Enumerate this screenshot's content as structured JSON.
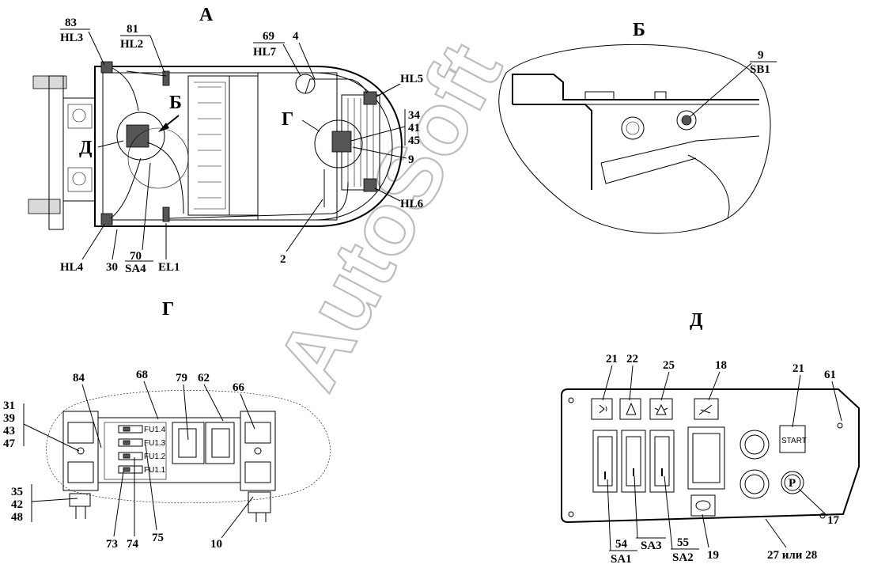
{
  "views": {
    "A": "А",
    "B": "Б",
    "G": "Г",
    "D": "Д"
  },
  "view_a": {
    "labels": {
      "hl3_num": "83",
      "hl3": "HL3",
      "hl2_num": "81",
      "hl2": "HL2",
      "hl7_num": "69",
      "hl7": "HL7",
      "n4": "4",
      "hl5": "HL5",
      "b_mark": "Б",
      "g_mark": "Г",
      "d_mark": "Д",
      "n34": "34",
      "n41": "41",
      "n45": "45",
      "n9": "9",
      "hl6": "HL6",
      "n2": "2",
      "hl4": "HL4",
      "n30": "30",
      "sa4_num": "70",
      "sa4": "SA4",
      "el1": "EL1"
    }
  },
  "view_b": {
    "labels": {
      "sb1_num": "9",
      "sb1": "SB1"
    }
  },
  "view_g": {
    "labels": {
      "n84": "84",
      "n68": "68",
      "n79": "79",
      "n62": "62",
      "n66": "66",
      "n31": "31",
      "n39": "39",
      "n43": "43",
      "n47": "47",
      "n35": "35",
      "n42": "42",
      "n48": "48",
      "n73": "73",
      "n74": "74",
      "n75": "75",
      "n10": "10",
      "fu14": "FU1.4",
      "fu13": "FU1.3",
      "fu12": "FU1.2",
      "fu11": "FU1.1"
    }
  },
  "view_d": {
    "labels": {
      "n21a": "21",
      "n22": "22",
      "n25": "25",
      "n18": "18",
      "n21b": "21",
      "n61": "61",
      "start": "START",
      "n17": "17",
      "n19": "19",
      "n27_28": "27 или  28",
      "sa1_num": "54",
      "sa1": "SA1",
      "sa3": "SA3",
      "sa2_num": "55",
      "sa2": "SA2",
      "p": "P"
    }
  },
  "watermark": "AutoSoft"
}
